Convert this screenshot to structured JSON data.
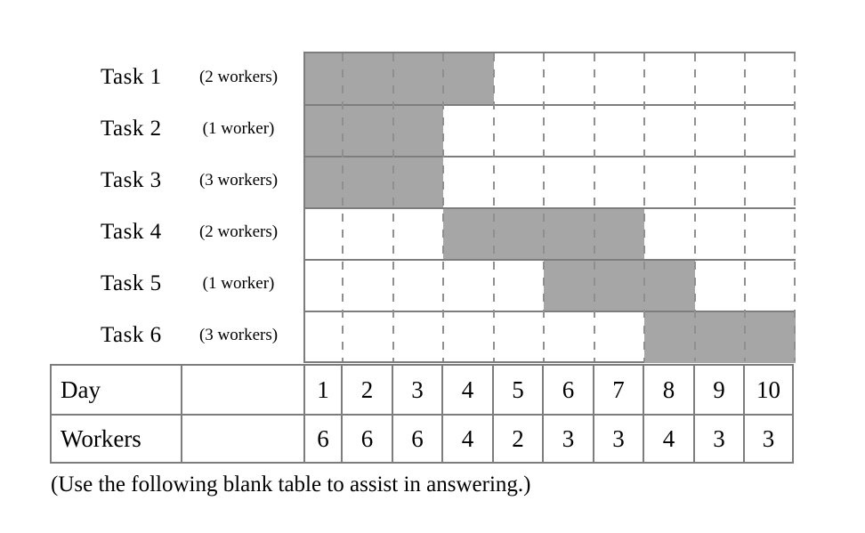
{
  "chart_data": {
    "type": "gantt",
    "x_unit": "Day",
    "x_range": [
      1,
      10
    ],
    "bar_color": "#a6a6a6",
    "line_color": "#7d7d7d",
    "grid": "dashed vertical lines at each day boundary",
    "tasks": [
      {
        "name": "Task 1",
        "workers_label": "(2 workers)",
        "workers": 2,
        "start_day": 1,
        "end_day": 4
      },
      {
        "name": "Task 2",
        "workers_label": "(1 worker)",
        "workers": 1,
        "start_day": 1,
        "end_day": 3
      },
      {
        "name": "Task 3",
        "workers_label": "(3 workers)",
        "workers": 3,
        "start_day": 1,
        "end_day": 3
      },
      {
        "name": "Task 4",
        "workers_label": "(2 workers)",
        "workers": 2,
        "start_day": 4,
        "end_day": 7
      },
      {
        "name": "Task 5",
        "workers_label": "(1 worker)",
        "workers": 1,
        "start_day": 6,
        "end_day": 8
      },
      {
        "name": "Task 6",
        "workers_label": "(3 workers)",
        "workers": 3,
        "start_day": 8,
        "end_day": 10
      }
    ],
    "table": {
      "rows": [
        {
          "label": "Day",
          "values": [
            "1",
            "2",
            "3",
            "4",
            "5",
            "6",
            "7",
            "8",
            "9",
            "10"
          ]
        },
        {
          "label": "Workers",
          "values": [
            "6",
            "6",
            "6",
            "4",
            "2",
            "3",
            "3",
            "4",
            "3",
            "3"
          ]
        }
      ]
    }
  },
  "table": {
    "day_row_label": "Day",
    "workers_row_label": "Workers"
  },
  "caption": "(Use the following blank table to assist in answering.)"
}
